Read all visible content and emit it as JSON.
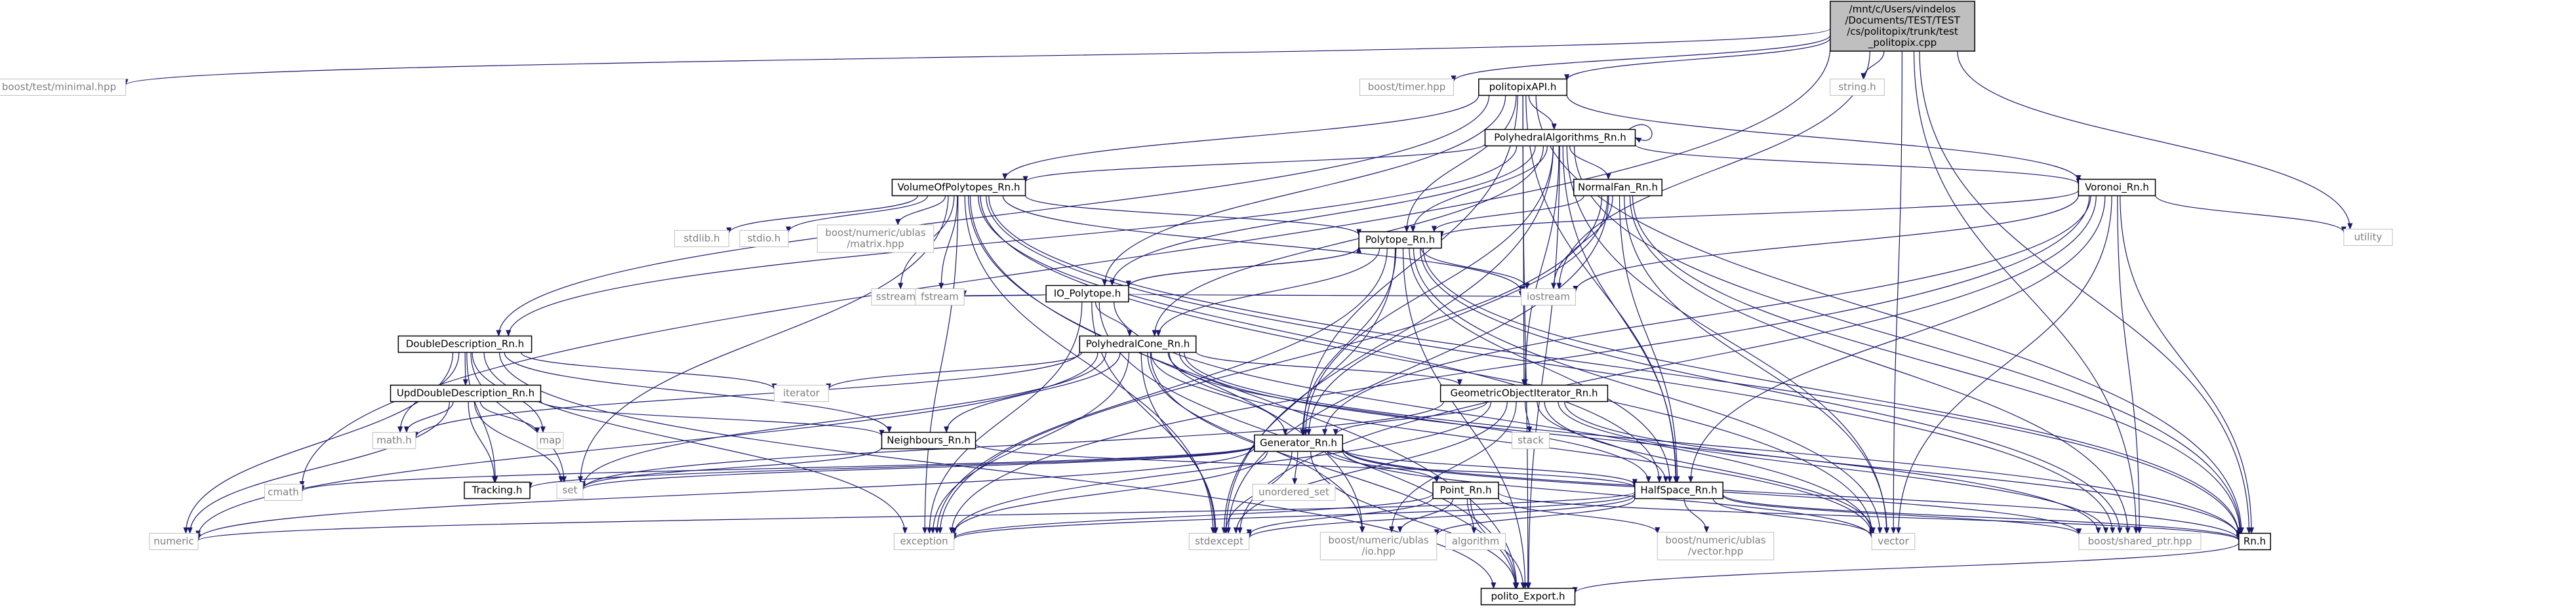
{
  "graph": {
    "edge_color": "#191970",
    "node_border": "#000000",
    "root_fill": "#bfbfbf",
    "system_text_color": "#7f7f7f",
    "nodes": [
      {
        "id": "root",
        "lines": [
          "/mnt/c/Users/vindelos",
          "/Documents/TEST/TEST",
          "/cs/politopix/trunk/test",
          "_politopix.cpp"
        ],
        "style": "root"
      },
      {
        "id": "minimal",
        "lines": [
          "boost/test/minimal.hpp"
        ],
        "style": "system"
      },
      {
        "id": "timer",
        "lines": [
          "boost/timer.hpp"
        ],
        "style": "system"
      },
      {
        "id": "api",
        "lines": [
          "politopixAPI.h"
        ],
        "style": "local"
      },
      {
        "id": "string",
        "lines": [
          "string.h"
        ],
        "style": "system"
      },
      {
        "id": "pa",
        "lines": [
          "PolyhedralAlgorithms_Rn.h"
        ],
        "style": "local"
      },
      {
        "id": "vol",
        "lines": [
          "VolumeOfPolytopes_Rn.h"
        ],
        "style": "local"
      },
      {
        "id": "nf",
        "lines": [
          "NormalFan_Rn.h"
        ],
        "style": "local"
      },
      {
        "id": "vor",
        "lines": [
          "Voronoi_Rn.h"
        ],
        "style": "local"
      },
      {
        "id": "utility",
        "lines": [
          "utility"
        ],
        "style": "system"
      },
      {
        "id": "stdlib",
        "lines": [
          "stdlib.h"
        ],
        "style": "system"
      },
      {
        "id": "stdio",
        "lines": [
          "stdio.h"
        ],
        "style": "system"
      },
      {
        "id": "matrix",
        "lines": [
          "boost/numeric/ublas",
          "/matrix.hpp"
        ],
        "style": "system"
      },
      {
        "id": "poly",
        "lines": [
          "Polytope_Rn.h"
        ],
        "style": "local"
      },
      {
        "id": "io",
        "lines": [
          "IO_Polytope.h"
        ],
        "style": "local"
      },
      {
        "id": "sstream",
        "lines": [
          "sstream"
        ],
        "style": "system"
      },
      {
        "id": "fstream",
        "lines": [
          "fstream"
        ],
        "style": "system"
      },
      {
        "id": "iostream",
        "lines": [
          "iostream"
        ],
        "style": "system"
      },
      {
        "id": "dd",
        "lines": [
          "DoubleDescription_Rn.h"
        ],
        "style": "local"
      },
      {
        "id": "cone",
        "lines": [
          "PolyhedralCone_Rn.h"
        ],
        "style": "local"
      },
      {
        "id": "iterator",
        "lines": [
          "iterator"
        ],
        "style": "system"
      },
      {
        "id": "goi",
        "lines": [
          "GeometricObjectIterator_Rn.h"
        ],
        "style": "local"
      },
      {
        "id": "udd",
        "lines": [
          "UpdDoubleDescription_Rn.h"
        ],
        "style": "local"
      },
      {
        "id": "mathh",
        "lines": [
          "math.h"
        ],
        "style": "system"
      },
      {
        "id": "map",
        "lines": [
          "map"
        ],
        "style": "system"
      },
      {
        "id": "neigh",
        "lines": [
          "Neighbours_Rn.h"
        ],
        "style": "local"
      },
      {
        "id": "stack",
        "lines": [
          "stack"
        ],
        "style": "system"
      },
      {
        "id": "gen",
        "lines": [
          "Generator_Rn.h"
        ],
        "style": "local"
      },
      {
        "id": "cmath",
        "lines": [
          "cmath"
        ],
        "style": "system"
      },
      {
        "id": "tracking",
        "lines": [
          "Tracking.h"
        ],
        "style": "local"
      },
      {
        "id": "set",
        "lines": [
          "set"
        ],
        "style": "system"
      },
      {
        "id": "unordered",
        "lines": [
          "unordered_set"
        ],
        "style": "system"
      },
      {
        "id": "point",
        "lines": [
          "Point_Rn.h"
        ],
        "style": "local"
      },
      {
        "id": "hs",
        "lines": [
          "HalfSpace_Rn.h"
        ],
        "style": "local"
      },
      {
        "id": "numeric",
        "lines": [
          "numeric"
        ],
        "style": "system"
      },
      {
        "id": "exception",
        "lines": [
          "exception"
        ],
        "style": "system"
      },
      {
        "id": "stdexcept",
        "lines": [
          "stdexcept"
        ],
        "style": "system"
      },
      {
        "id": "io_hpp",
        "lines": [
          "boost/numeric/ublas",
          "/io.hpp"
        ],
        "style": "system"
      },
      {
        "id": "algorithm",
        "lines": [
          "algorithm"
        ],
        "style": "system"
      },
      {
        "id": "vector_hpp",
        "lines": [
          "boost/numeric/ublas",
          "/vector.hpp"
        ],
        "style": "system"
      },
      {
        "id": "vector",
        "lines": [
          "vector"
        ],
        "style": "system"
      },
      {
        "id": "shared",
        "lines": [
          "boost/shared_ptr.hpp"
        ],
        "style": "system"
      },
      {
        "id": "rn",
        "lines": [
          "Rn.h"
        ],
        "style": "local"
      },
      {
        "id": "export",
        "lines": [
          "polito_Export.h"
        ],
        "style": "local"
      }
    ],
    "edges": [
      [
        "root",
        "minimal"
      ],
      [
        "root",
        "timer"
      ],
      [
        "root",
        "api"
      ],
      [
        "root",
        "string"
      ],
      [
        "root",
        "utility"
      ],
      [
        "root",
        "iostream"
      ],
      [
        "root",
        "cmath"
      ],
      [
        "root",
        "vector"
      ],
      [
        "root",
        "rn"
      ],
      [
        "root",
        "shared"
      ],
      [
        "api",
        "pa"
      ],
      [
        "api",
        "vol"
      ],
      [
        "api",
        "vor"
      ],
      [
        "api",
        "poly"
      ],
      [
        "api",
        "io"
      ],
      [
        "api",
        "dd"
      ],
      [
        "api",
        "gen"
      ],
      [
        "api",
        "hs"
      ],
      [
        "api",
        "rn"
      ],
      [
        "api",
        "export"
      ],
      [
        "api",
        "goi"
      ],
      [
        "pa",
        "pa"
      ],
      [
        "pa",
        "vol"
      ],
      [
        "pa",
        "nf"
      ],
      [
        "pa",
        "vor"
      ],
      [
        "pa",
        "poly"
      ],
      [
        "pa",
        "io"
      ],
      [
        "pa",
        "cone"
      ],
      [
        "pa",
        "dd"
      ],
      [
        "pa",
        "gen"
      ],
      [
        "pa",
        "hs"
      ],
      [
        "pa",
        "goi"
      ],
      [
        "pa",
        "rn"
      ],
      [
        "pa",
        "export"
      ],
      [
        "pa",
        "vector"
      ],
      [
        "pa",
        "stdexcept"
      ],
      [
        "vol",
        "stdlib"
      ],
      [
        "vol",
        "stdio"
      ],
      [
        "vol",
        "matrix"
      ],
      [
        "vol",
        "poly"
      ],
      [
        "vol",
        "sstream"
      ],
      [
        "vol",
        "fstream"
      ],
      [
        "vol",
        "iostream"
      ],
      [
        "vol",
        "set"
      ],
      [
        "vol",
        "exception"
      ],
      [
        "vol",
        "stdexcept"
      ],
      [
        "vol",
        "vector"
      ],
      [
        "vol",
        "shared"
      ],
      [
        "vol",
        "rn"
      ],
      [
        "vol",
        "hs"
      ],
      [
        "vol",
        "export"
      ],
      [
        "vol",
        "io_hpp"
      ],
      [
        "nf",
        "poly"
      ],
      [
        "nf",
        "iostream"
      ],
      [
        "nf",
        "hs"
      ],
      [
        "nf",
        "gen"
      ],
      [
        "nf",
        "vector"
      ],
      [
        "nf",
        "shared"
      ],
      [
        "nf",
        "exception"
      ],
      [
        "nf",
        "stdexcept"
      ],
      [
        "nf",
        "rn"
      ],
      [
        "vor",
        "utility"
      ],
      [
        "vor",
        "poly"
      ],
      [
        "vor",
        "iostream"
      ],
      [
        "vor",
        "gen"
      ],
      [
        "vor",
        "hs"
      ],
      [
        "vor",
        "rn"
      ],
      [
        "vor",
        "vector"
      ],
      [
        "vor",
        "shared"
      ],
      [
        "vor",
        "stdexcept"
      ],
      [
        "vor",
        "exception"
      ],
      [
        "poly",
        "io"
      ],
      [
        "poly",
        "cone"
      ],
      [
        "poly",
        "iostream"
      ],
      [
        "poly",
        "gen"
      ],
      [
        "poly",
        "hs"
      ],
      [
        "poly",
        "vector"
      ],
      [
        "poly",
        "shared"
      ],
      [
        "poly",
        "exception"
      ],
      [
        "poly",
        "stdexcept"
      ],
      [
        "poly",
        "rn"
      ],
      [
        "poly",
        "export"
      ],
      [
        "io",
        "poly"
      ],
      [
        "io",
        "sstream"
      ],
      [
        "io",
        "fstream"
      ],
      [
        "io",
        "iostream"
      ],
      [
        "io",
        "cone"
      ],
      [
        "io",
        "exception"
      ],
      [
        "io",
        "stdexcept"
      ],
      [
        "io",
        "export"
      ],
      [
        "io",
        "vector"
      ],
      [
        "dd",
        "udd"
      ],
      [
        "dd",
        "iterator"
      ],
      [
        "dd",
        "mathh"
      ],
      [
        "dd",
        "map"
      ],
      [
        "dd",
        "neigh"
      ],
      [
        "dd",
        "tracking"
      ],
      [
        "dd",
        "numeric"
      ],
      [
        "dd",
        "set"
      ],
      [
        "dd",
        "export"
      ],
      [
        "dd",
        "exception"
      ],
      [
        "cone",
        "iterator"
      ],
      [
        "cone",
        "goi"
      ],
      [
        "cone",
        "neigh"
      ],
      [
        "cone",
        "gen"
      ],
      [
        "cone",
        "hs"
      ],
      [
        "cone",
        "set"
      ],
      [
        "cone",
        "numeric"
      ],
      [
        "cone",
        "exception"
      ],
      [
        "cone",
        "stdexcept"
      ],
      [
        "cone",
        "vector"
      ],
      [
        "cone",
        "shared"
      ],
      [
        "cone",
        "rn"
      ],
      [
        "cone",
        "io_hpp"
      ],
      [
        "cone",
        "export"
      ],
      [
        "cone",
        "mathh"
      ],
      [
        "goi",
        "stack"
      ],
      [
        "goi",
        "gen"
      ],
      [
        "goi",
        "hs"
      ],
      [
        "goi",
        "vector"
      ],
      [
        "goi",
        "shared"
      ],
      [
        "goi",
        "set"
      ],
      [
        "goi",
        "exception"
      ],
      [
        "goi",
        "stdexcept"
      ],
      [
        "goi",
        "rn"
      ],
      [
        "goi",
        "io_hpp"
      ],
      [
        "udd",
        "mathh"
      ],
      [
        "udd",
        "map"
      ],
      [
        "udd",
        "neigh"
      ],
      [
        "udd",
        "tracking"
      ],
      [
        "udd",
        "numeric"
      ],
      [
        "udd",
        "set"
      ],
      [
        "neigh",
        "set"
      ],
      [
        "neigh",
        "hs"
      ],
      [
        "gen",
        "cmath"
      ],
      [
        "gen",
        "tracking"
      ],
      [
        "gen",
        "set"
      ],
      [
        "gen",
        "unordered"
      ],
      [
        "gen",
        "point"
      ],
      [
        "gen",
        "hs"
      ],
      [
        "gen",
        "numeric"
      ],
      [
        "gen",
        "exception"
      ],
      [
        "gen",
        "stdexcept"
      ],
      [
        "gen",
        "vector"
      ],
      [
        "gen",
        "shared"
      ],
      [
        "gen",
        "rn"
      ],
      [
        "gen",
        "export"
      ],
      [
        "point",
        "algorithm"
      ],
      [
        "point",
        "exception"
      ],
      [
        "point",
        "stdexcept"
      ],
      [
        "point",
        "io_hpp"
      ],
      [
        "point",
        "vector_hpp"
      ],
      [
        "point",
        "rn"
      ],
      [
        "point",
        "export"
      ],
      [
        "hs",
        "numeric"
      ],
      [
        "hs",
        "exception"
      ],
      [
        "hs",
        "stdexcept"
      ],
      [
        "hs",
        "io_hpp"
      ],
      [
        "hs",
        "vector_hpp"
      ],
      [
        "hs",
        "vector"
      ],
      [
        "hs",
        "shared"
      ],
      [
        "hs",
        "rn"
      ],
      [
        "rn",
        "export"
      ]
    ]
  }
}
